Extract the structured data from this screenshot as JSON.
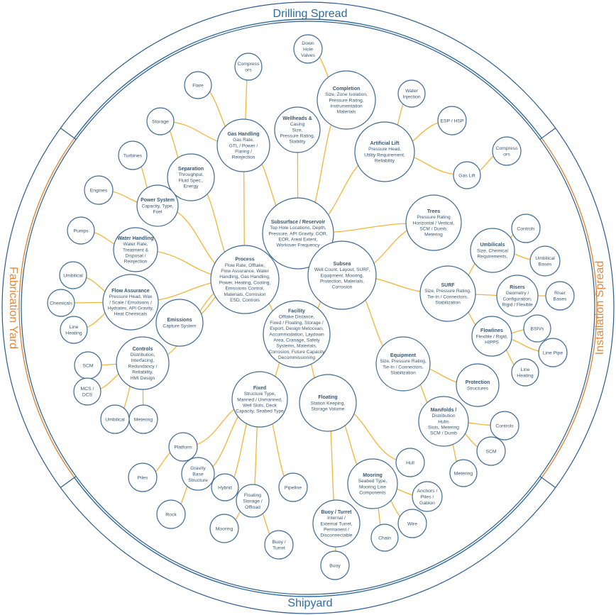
{
  "zones": {
    "top": "Drilling Spread",
    "right": "Installation Spread",
    "bottom": "Shipyard",
    "left": "Fabrication Yard"
  },
  "colors": {
    "ring": "#2d5d8c",
    "link": "#f2b53c",
    "drilling": "#2e6a9e",
    "installation": "#e0893d",
    "shipyard": "#2e6a9e",
    "fabrication": "#e0893d"
  },
  "nodes": [
    {
      "id": "downhole",
      "title": "",
      "lines": [
        "Down",
        "Hole",
        "Valves"
      ]
    },
    {
      "id": "compress1",
      "title": "",
      "lines": [
        "Compress",
        "ors"
      ]
    },
    {
      "id": "flare",
      "title": "",
      "lines": [
        "Flare"
      ]
    },
    {
      "id": "completion",
      "title": "Completion",
      "lines": [
        "Size, Zone Isolation,",
        "Pressure Rating,",
        "Instrumentation",
        "Materials"
      ]
    },
    {
      "id": "waterinj",
      "title": "",
      "lines": [
        "Water",
        "Injection"
      ]
    },
    {
      "id": "storage1",
      "title": "",
      "lines": [
        "Storage"
      ]
    },
    {
      "id": "gashandling",
      "title": "Gas Handling",
      "lines": [
        "Gas Rate,",
        "GTL / Power /",
        "Flaring  /",
        "Reinjection"
      ]
    },
    {
      "id": "wellheads",
      "title": "Wellheads &",
      "lines": [
        "Casing",
        "Size,",
        "Pressure Rating,",
        "Stability"
      ]
    },
    {
      "id": "esp",
      "title": "",
      "lines": [
        "ESP / HSP"
      ]
    },
    {
      "id": "artlift",
      "title": "Artificial Lift",
      "lines": [
        "Pressure Head,",
        "Utility Requirement,",
        "Reliability"
      ]
    },
    {
      "id": "compress2",
      "title": "",
      "lines": [
        "Compress",
        "ors"
      ]
    },
    {
      "id": "turbines",
      "title": "",
      "lines": [
        "Turbines"
      ]
    },
    {
      "id": "separation",
      "title": "Separation",
      "lines": [
        "Throughput,",
        "Fluid Spec.,",
        "Energy"
      ]
    },
    {
      "id": "gaslift",
      "title": "",
      "lines": [
        "Gas Lift"
      ]
    },
    {
      "id": "engines",
      "title": "",
      "lines": [
        "Engines"
      ]
    },
    {
      "id": "powersys",
      "title": "Power System",
      "lines": [
        "Capacity, Type,",
        "Fuel"
      ]
    },
    {
      "id": "subsurface",
      "title": "Subsurface / Reservoir",
      "lines": [
        "Top Hole Locations, Depth,",
        "Pressure, API Gravity, GOR,",
        "EOR, Areal Extent,",
        "Workover Frequency"
      ]
    },
    {
      "id": "trees",
      "title": "Trees",
      "lines": [
        "Pressure Rating",
        "Horizontal / Vertical,",
        "SCM / Dumb,",
        "Metering"
      ]
    },
    {
      "id": "controls1",
      "title": "",
      "lines": [
        "Controls"
      ]
    },
    {
      "id": "pumps",
      "title": "",
      "lines": [
        "Pumps"
      ]
    },
    {
      "id": "waterhandling",
      "title": "Water Handling",
      "lines": [
        "Water Rate,",
        "Treatment &",
        "Disposal /",
        "Reinjection"
      ]
    },
    {
      "id": "umbilicals",
      "title": "Umbilicals",
      "lines": [
        "Size, Chemical",
        "Requirements,"
      ]
    },
    {
      "id": "umbbases",
      "title": "",
      "lines": [
        "Umbilical",
        "Bases"
      ]
    },
    {
      "id": "process",
      "title": "Process",
      "lines": [
        "Flow Rate, Offtake,",
        "Flow Assurance, Water",
        "Handling, Gas Handling,",
        "Power, Heating, Cooling,",
        "Emissions Control,",
        "Materials, Corrosion",
        "ESD, Controls"
      ]
    },
    {
      "id": "subsea",
      "title": "Subsea",
      "lines": [
        "Well Count, Layout, SURF,",
        "Equipment, Mooring,",
        "Protection, Materials,",
        "Corrosion"
      ]
    },
    {
      "id": "umbilical1",
      "title": "",
      "lines": [
        "Umbilical"
      ]
    },
    {
      "id": "flowassurance",
      "title": "Flow Assurance",
      "lines": [
        "Pressure Head, Wax",
        "/ Scale / Emulsions /",
        "Hydrates, API Gravity,",
        "Heat Chemicals"
      ]
    },
    {
      "id": "surf",
      "title": "SURF",
      "lines": [
        "Size, Pressure Rating,",
        "Tie-In / Connectors,",
        "Stabilization"
      ]
    },
    {
      "id": "risers",
      "title": "Risers",
      "lines": [
        "Geometry /",
        "Configuration,",
        "Rigid / Flexible"
      ]
    },
    {
      "id": "riserbases",
      "title": "",
      "lines": [
        "Riser",
        "Bases"
      ]
    },
    {
      "id": "chemicals",
      "title": "",
      "lines": [
        "Chemicals"
      ]
    },
    {
      "id": "emissions",
      "title": "Emissions",
      "lines": [
        "Capture System"
      ]
    },
    {
      "id": "facility",
      "title": "Facility",
      "lines": [
        "Offtake Distance,",
        "Fixed / Floating, Storage /",
        "Export, Design Metocean,",
        "Accommodation, Laydown",
        "Area, Cranage, Safety",
        "Systems, Materials,",
        "Corrosion, Future Capacity",
        "Decommissioning"
      ]
    },
    {
      "id": "bsivs",
      "title": "",
      "lines": [
        "BSIVs"
      ]
    },
    {
      "id": "lineheating1",
      "title": "",
      "lines": [
        "Line",
        "Heating"
      ]
    },
    {
      "id": "flowlines",
      "title": "Flowlines",
      "lines": [
        "Flexible / Rigid,",
        "HIPPS"
      ]
    },
    {
      "id": "linepipe",
      "title": "",
      "lines": [
        "Line Pipe"
      ]
    },
    {
      "id": "controls2",
      "title": "Controls",
      "lines": [
        "Distribution,",
        "Interfacing,",
        "Redundancy /",
        "Reliability,",
        "HMI Design"
      ]
    },
    {
      "id": "equipment",
      "title": "Equipment",
      "lines": [
        "Size, Pressure Rating,",
        "Tie-In / Connectors,",
        "Stabilization"
      ]
    },
    {
      "id": "scm1",
      "title": "",
      "lines": [
        "SCM"
      ]
    },
    {
      "id": "lineheating2",
      "title": "",
      "lines": [
        "Line",
        "Heating"
      ]
    },
    {
      "id": "mcs",
      "title": "",
      "lines": [
        "MCS /",
        "DCS"
      ]
    },
    {
      "id": "protection",
      "title": "Protection",
      "lines": [
        "Structures"
      ]
    },
    {
      "id": "fixed",
      "title": "Fixed",
      "lines": [
        "Structure Type,",
        "Manned / Unmanned,",
        "Well Slots, Deck",
        "Capacity, Seabed Type"
      ]
    },
    {
      "id": "floating",
      "title": "Floating",
      "lines": [
        "Station Keeping,",
        "Storage Volume"
      ]
    },
    {
      "id": "umbilical2",
      "title": "",
      "lines": [
        "Umbilical"
      ]
    },
    {
      "id": "metering1",
      "title": "",
      "lines": [
        "Metering"
      ]
    },
    {
      "id": "manifolds",
      "title": "Manifolds /",
      "lines": [
        "Distribution",
        "Hubs",
        "Slots, Metering",
        "SCM / Dumb"
      ]
    },
    {
      "id": "controls3",
      "title": "",
      "lines": [
        "Controls"
      ]
    },
    {
      "id": "platform",
      "title": "",
      "lines": [
        "Platform"
      ]
    },
    {
      "id": "scm2",
      "title": "",
      "lines": [
        "SCM"
      ]
    },
    {
      "id": "hull",
      "title": "",
      "lines": [
        "Hull"
      ]
    },
    {
      "id": "gravity",
      "title": "",
      "lines": [
        "Gravity",
        "Base",
        "Structure"
      ]
    },
    {
      "id": "piles",
      "title": "",
      "lines": [
        "Piles"
      ]
    },
    {
      "id": "metering2",
      "title": "",
      "lines": [
        "Metering"
      ]
    },
    {
      "id": "mooring1",
      "title": "Mooring",
      "lines": [
        "Seabed Type,",
        "Mooring Line",
        "Components"
      ]
    },
    {
      "id": "hybrid",
      "title": "",
      "lines": [
        "Hybrid"
      ]
    },
    {
      "id": "pipeline",
      "title": "",
      "lines": [
        "Pipeline"
      ]
    },
    {
      "id": "anchors",
      "title": "",
      "lines": [
        "Anchors /",
        "Piles /",
        "Gabion"
      ]
    },
    {
      "id": "floatstorage",
      "title": "",
      "lines": [
        "Floating",
        "Storage /",
        "Offload"
      ]
    },
    {
      "id": "rock",
      "title": "",
      "lines": [
        "Rock"
      ]
    },
    {
      "id": "buoyturret1",
      "title": "Buoy / Turret",
      "lines": [
        "Internal /",
        "External Turret,",
        "Permanent /",
        "Disconnectable"
      ]
    },
    {
      "id": "wire",
      "title": "",
      "lines": [
        "Wire"
      ]
    },
    {
      "id": "mooring2",
      "title": "",
      "lines": [
        "Mooring"
      ]
    },
    {
      "id": "chain",
      "title": "",
      "lines": [
        "Chain"
      ]
    },
    {
      "id": "buoyturret2",
      "title": "",
      "lines": [
        "Buoy /",
        "Turret"
      ]
    },
    {
      "id": "buoy",
      "title": "",
      "lines": [
        "Buoy"
      ]
    }
  ]
}
